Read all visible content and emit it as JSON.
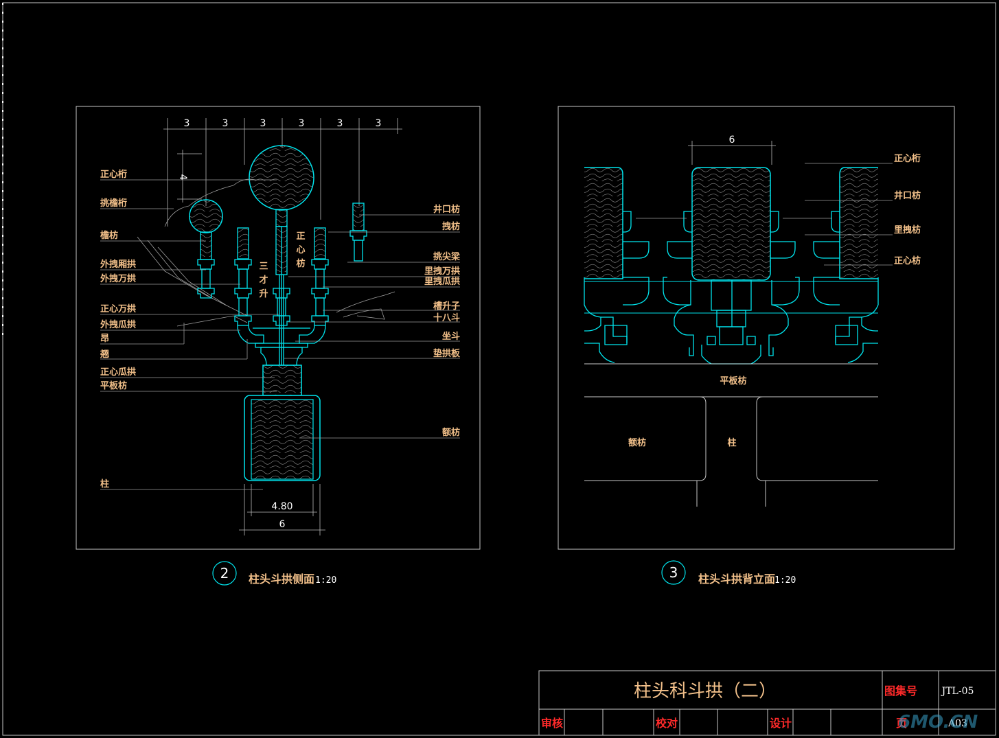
{
  "detail2": {
    "number": "2",
    "title": "柱头斗拱侧面",
    "scale": "1:20",
    "top_dims": [
      "3",
      "3",
      "3",
      "3",
      "3",
      "3"
    ],
    "dim_vertical": "4",
    "dim_bottom_a": "4.80",
    "dim_bottom_b": "6",
    "inner_labels": [
      "三",
      "才",
      "升",
      "正",
      "心",
      "枋"
    ],
    "left_labels": [
      "正心桁",
      "挑檐桁",
      "檐枋",
      "外拽厢拱",
      "外拽万拱",
      "正心万拱",
      "外拽瓜拱",
      "昂",
      "翘",
      "正心瓜拱",
      "平板枋",
      "柱"
    ],
    "right_labels": [
      "井口枋",
      "拽枋",
      "挑尖梁",
      "里拽万拱",
      "里拽瓜拱",
      "槽升子",
      "十八斗",
      "坐斗",
      "垫拱板",
      "额枋"
    ]
  },
  "detail3": {
    "number": "3",
    "title": "柱头斗拱背立面",
    "scale": "1:20",
    "dim_top": "6",
    "right_labels": [
      "正心桁",
      "井口枋",
      "里拽枋",
      "正心枋"
    ],
    "center_label": "平板枋",
    "bottom_labels": [
      "额枋",
      "柱"
    ]
  },
  "title_block": {
    "title": "柱头科斗拱（二）",
    "set_label": "图集号",
    "set_value": "JTL-05",
    "review": "审核",
    "check": "校对",
    "design": "设计",
    "page_label": "页",
    "page_value": "A03"
  },
  "watermark": "6MO.CN",
  "colors": {
    "line": "#00e5ee",
    "text": "#f2c08a",
    "dim": "#ffffff",
    "red": "#ff2a2a",
    "leader": "#9a9a9a",
    "frame": "#c8c8c8"
  }
}
